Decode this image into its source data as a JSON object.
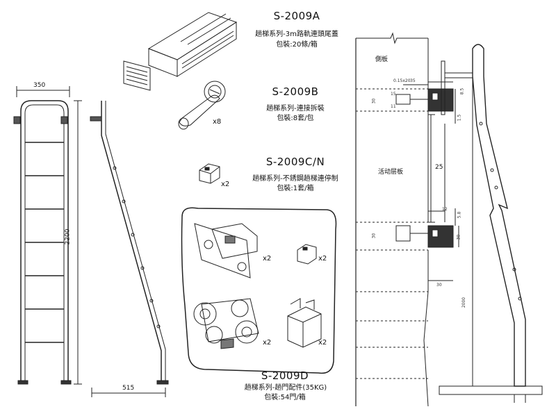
{
  "products": [
    {
      "code": "S-2009A",
      "desc": "趟梯系列-3m路軌連頭尾蓋",
      "pack": "包裝:20條/箱"
    },
    {
      "code": "S-2009B",
      "desc": "趟梯系列-連接拆裝",
      "pack": "包裝:8套/包",
      "qty": "x8"
    },
    {
      "code": "S-2009C/N",
      "desc": "趟梯系列-不銹鋼趟梯連停制",
      "pack": "包裝:1套/箱",
      "qty": "x2"
    },
    {
      "code": "S-2009D",
      "desc": "趟梯系列-趟門配件(35KG)",
      "pack": "包裝:54門/箱"
    }
  ],
  "kit_quantities": [
    "x2",
    "x2",
    "x2",
    "x2"
  ],
  "ladder_dims": {
    "width": "350",
    "height": "2200",
    "depth": "515"
  },
  "section": {
    "side_panel": "側板",
    "shelf": "活动层板",
    "d_015x20": "0.15x20",
    "d_35": "35",
    "d_15": "15",
    "d_30": "30",
    "d_11": "11",
    "d_85": "8.5",
    "d_15b": "1.5",
    "d_25": "25",
    "d_12": "12",
    "d_58": "5.8",
    "d_30b": "30",
    "d_30c": "30",
    "d_2000": "2000"
  }
}
